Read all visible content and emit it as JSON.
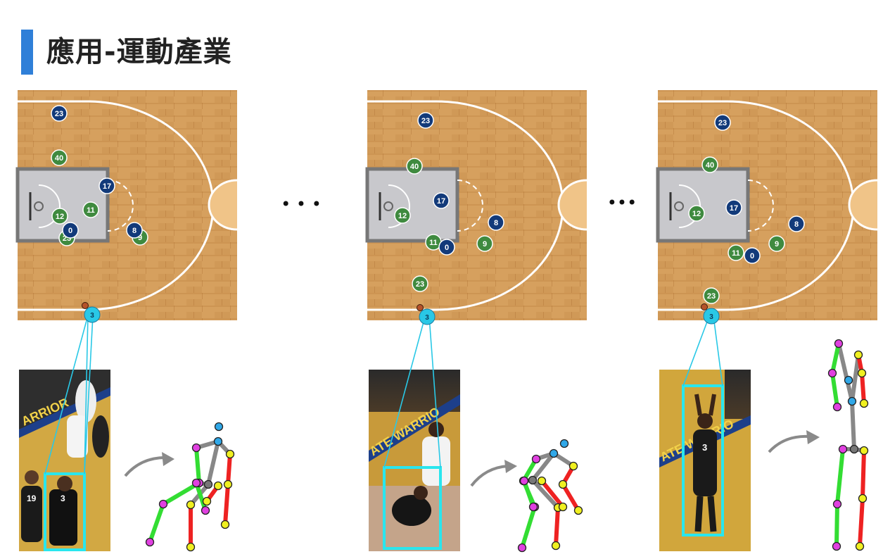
{
  "title": "應用-運動產業",
  "separators": [
    "• • •",
    "•••"
  ],
  "colors": {
    "accent": "#2f7fd8",
    "court_wood": "#d39a55",
    "paint": "#c9c9cc",
    "team_navy": "#123a7a",
    "team_green": "#3f8a3f",
    "tracked_player": "#29c8e6",
    "bbox": "#29e6ee",
    "pose_left_limb": "#33dd33",
    "pose_right_limb": "#ee2222",
    "pose_torso": "#888888",
    "joint_left": "#e040e0",
    "joint_right": "#f0f020",
    "joint_head": "#30a8e8",
    "arrow": "#8a8a8a"
  },
  "frames": [
    {
      "tracked_player": "3",
      "players": [
        {
          "num": "23",
          "team": "navy"
        },
        {
          "num": "40",
          "team": "green"
        },
        {
          "num": "17",
          "team": "navy"
        },
        {
          "num": "11",
          "team": "green"
        },
        {
          "num": "12",
          "team": "green"
        },
        {
          "num": "23",
          "team": "green"
        },
        {
          "num": "0",
          "team": "navy"
        },
        {
          "num": "9",
          "team": "green"
        },
        {
          "num": "8",
          "team": "navy"
        }
      ],
      "jersey_numbers": [
        "19",
        "3"
      ],
      "photo_banner": "ARRIOR"
    },
    {
      "tracked_player": "3",
      "players": [
        {
          "num": "23",
          "team": "navy"
        },
        {
          "num": "40",
          "team": "green"
        },
        {
          "num": "17",
          "team": "navy"
        },
        {
          "num": "12",
          "team": "green"
        },
        {
          "num": "11",
          "team": "green"
        },
        {
          "num": "0",
          "team": "navy"
        },
        {
          "num": "8",
          "team": "navy"
        },
        {
          "num": "9",
          "team": "green"
        },
        {
          "num": "23",
          "team": "green"
        }
      ],
      "jersey_numbers": [],
      "photo_banner": "ATE WARRIO"
    },
    {
      "tracked_player": "3",
      "players": [
        {
          "num": "23",
          "team": "navy"
        },
        {
          "num": "40",
          "team": "green"
        },
        {
          "num": "12",
          "team": "green"
        },
        {
          "num": "17",
          "team": "navy"
        },
        {
          "num": "8",
          "team": "navy"
        },
        {
          "num": "9",
          "team": "green"
        },
        {
          "num": "11",
          "team": "green"
        },
        {
          "num": "0",
          "team": "navy"
        },
        {
          "num": "23",
          "team": "green"
        }
      ],
      "jersey_numbers": [
        "3"
      ],
      "photo_banner": "ATE WARRIO"
    }
  ]
}
